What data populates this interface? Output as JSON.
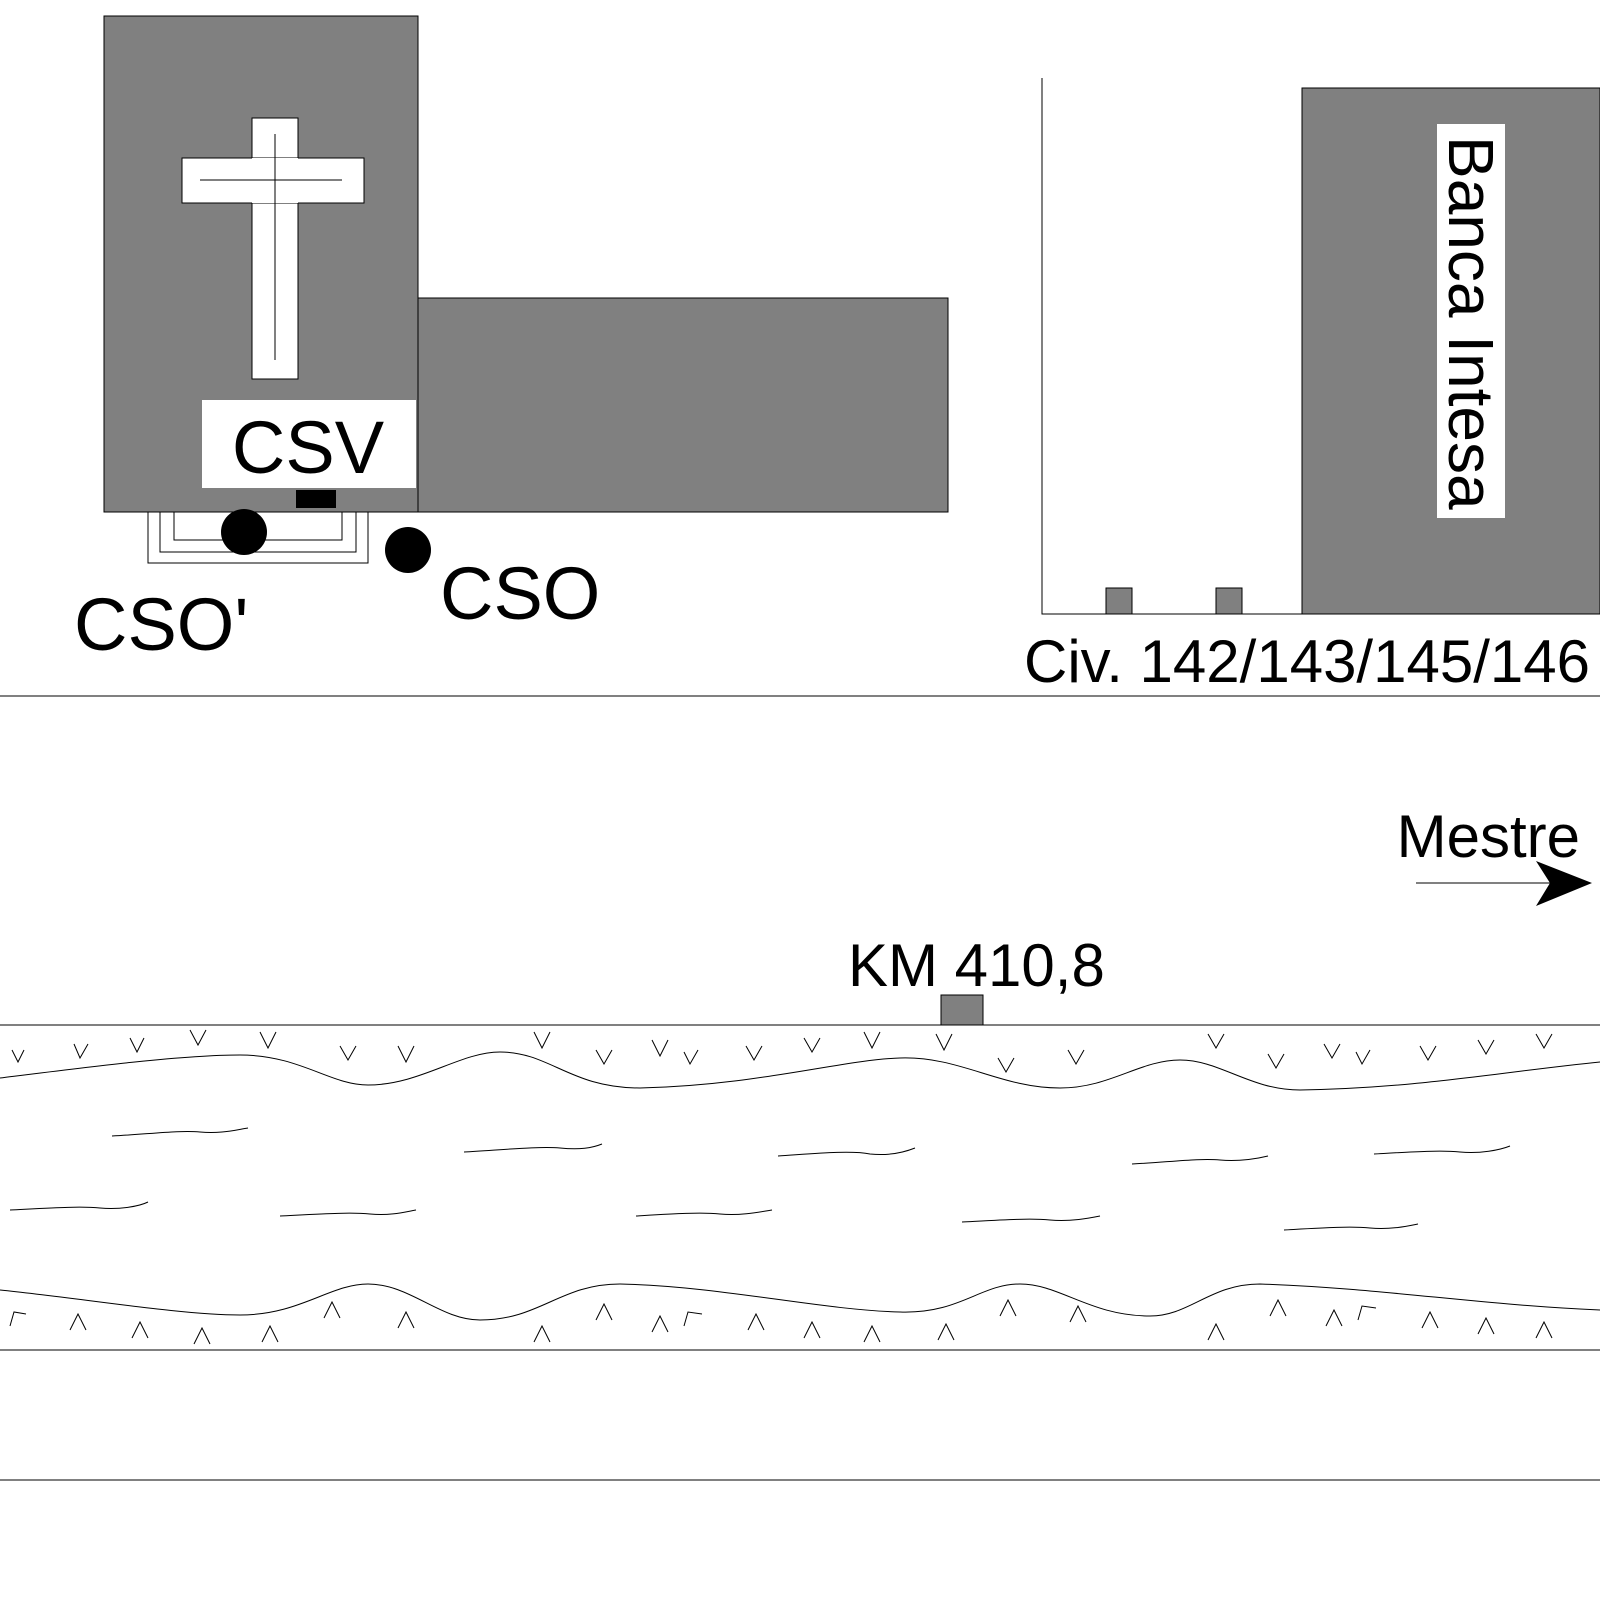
{
  "labels": {
    "csv": "CSV",
    "cso": "CSO",
    "cso_prime": "CSO'",
    "civic": "Civ. 142/143/145/146",
    "bank": "Banca Intesa",
    "direction": "Mestre",
    "km": "KM 410,8"
  },
  "colors": {
    "building": "#808080",
    "line": "#000000",
    "background": "#ffffff"
  },
  "icons": {
    "church": "cross-icon",
    "direction": "arrow-right-icon"
  }
}
